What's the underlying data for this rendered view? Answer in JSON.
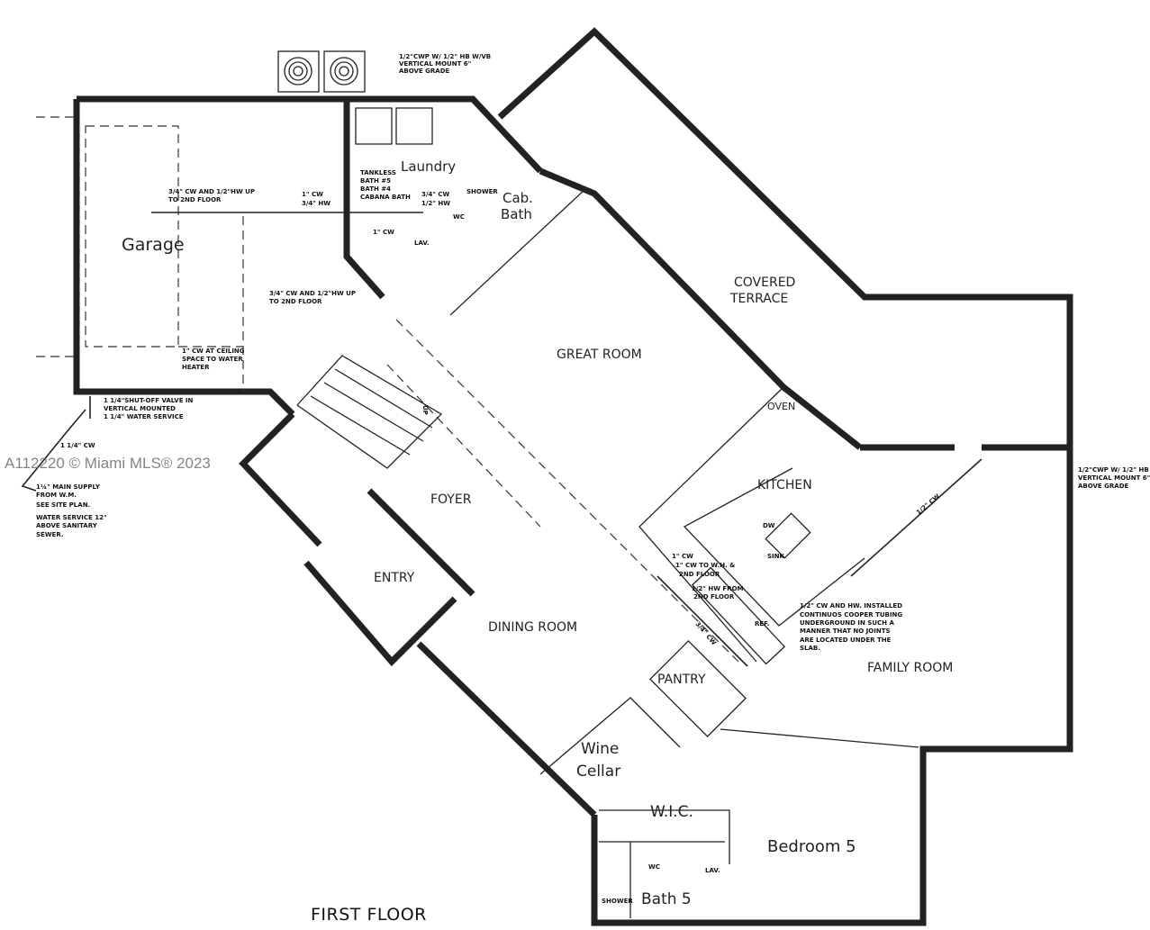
{
  "drawing": {
    "title": "FIRST FLOOR",
    "watermark": "A112220 © Miami MLS® 2023",
    "rooms": {
      "garage": "Garage",
      "laundry": "Laundry",
      "cab_bath_1": "Cab.",
      "cab_bath_2": "Bath",
      "covered_terrace_1": "COVERED",
      "covered_terrace_2": "TERRACE",
      "great_room": "GREAT ROOM",
      "foyer": "FOYER",
      "entry": "ENTRY",
      "kitchen": "KITCHEN",
      "oven": "OVEN",
      "dining_room": "DINING ROOM",
      "pantry": "PANTRY",
      "family_room": "FAMILY ROOM",
      "wine_1": "Wine",
      "wine_2": "Cellar",
      "wic": "W.I.C.",
      "bedroom5": "Bedroom 5",
      "bath5": "Bath 5",
      "shower": "SHOWER",
      "up": "UP"
    },
    "notes": {
      "top_valve": [
        "1/2\"CWP W/ 1/2\" HB W/VB",
        "VERTICAL MOUNT 6\"",
        "ABOVE GRADE"
      ],
      "right_valve": [
        "1/2\"CWP W/ 1/2\" HB W/VB",
        "VERTICAL MOUNT 6\"",
        "ABOVE GRADE"
      ],
      "garage_up": [
        "3/4\" CW AND 1/2\"HW UP",
        "TO 2ND FLOOR"
      ],
      "garage_1cw": [
        "1\" CW",
        "3/4\" HW"
      ],
      "tankless": [
        "TANKLESS",
        "BATH #5",
        "BATH #4",
        "CABANA BATH"
      ],
      "cabana_pipe": [
        "3/4\" CW",
        "1/2\" HW"
      ],
      "one_cw": [
        "1\" CW"
      ],
      "stair_up": [
        "3/4\" CW AND 1/2\"HW UP",
        "TO 2ND FLOOR"
      ],
      "ceiling": [
        "1\" CW AT CEILING",
        "SPACE TO WATER",
        "HEATER"
      ],
      "shutoff": [
        "1 1/4\"SHUT-OFF VALVE IN",
        "VERTICAL MOUNTED",
        "1 1/4\" WATER SERVICE"
      ],
      "main_cw": [
        "1 1/4\" CW"
      ],
      "main_supply": [
        "1¼\" MAIN SUPPLY",
        "FROM W.M.",
        "SEE SITE PLAN."
      ],
      "water_service": [
        "WATER SERVICE 12\"",
        "ABOVE SANITARY",
        "SEWER."
      ],
      "kitchen_cw": [
        "1\" CW",
        "1\" CW TO W.H. &",
        "2ND FLOOR"
      ],
      "kitchen_hw": [
        "1/2\" HW FROM",
        "2ND FLOOR"
      ],
      "tubing": [
        "1/2\" CW AND HW. INSTALLED",
        "CONTINUOS COOPER TUBING",
        "UNDERGROUND IN SUCH A",
        "MANNER THAT NO JOINTS",
        "ARE LOCATED UNDER THE",
        "SLAB."
      ],
      "three_quarter_cw": "3/4\" CW",
      "half_cw": "1/2\" CW",
      "sink": "SINK",
      "dw": "DW",
      "ref": "REF.",
      "wc": "WC",
      "lav": "LAV."
    }
  }
}
